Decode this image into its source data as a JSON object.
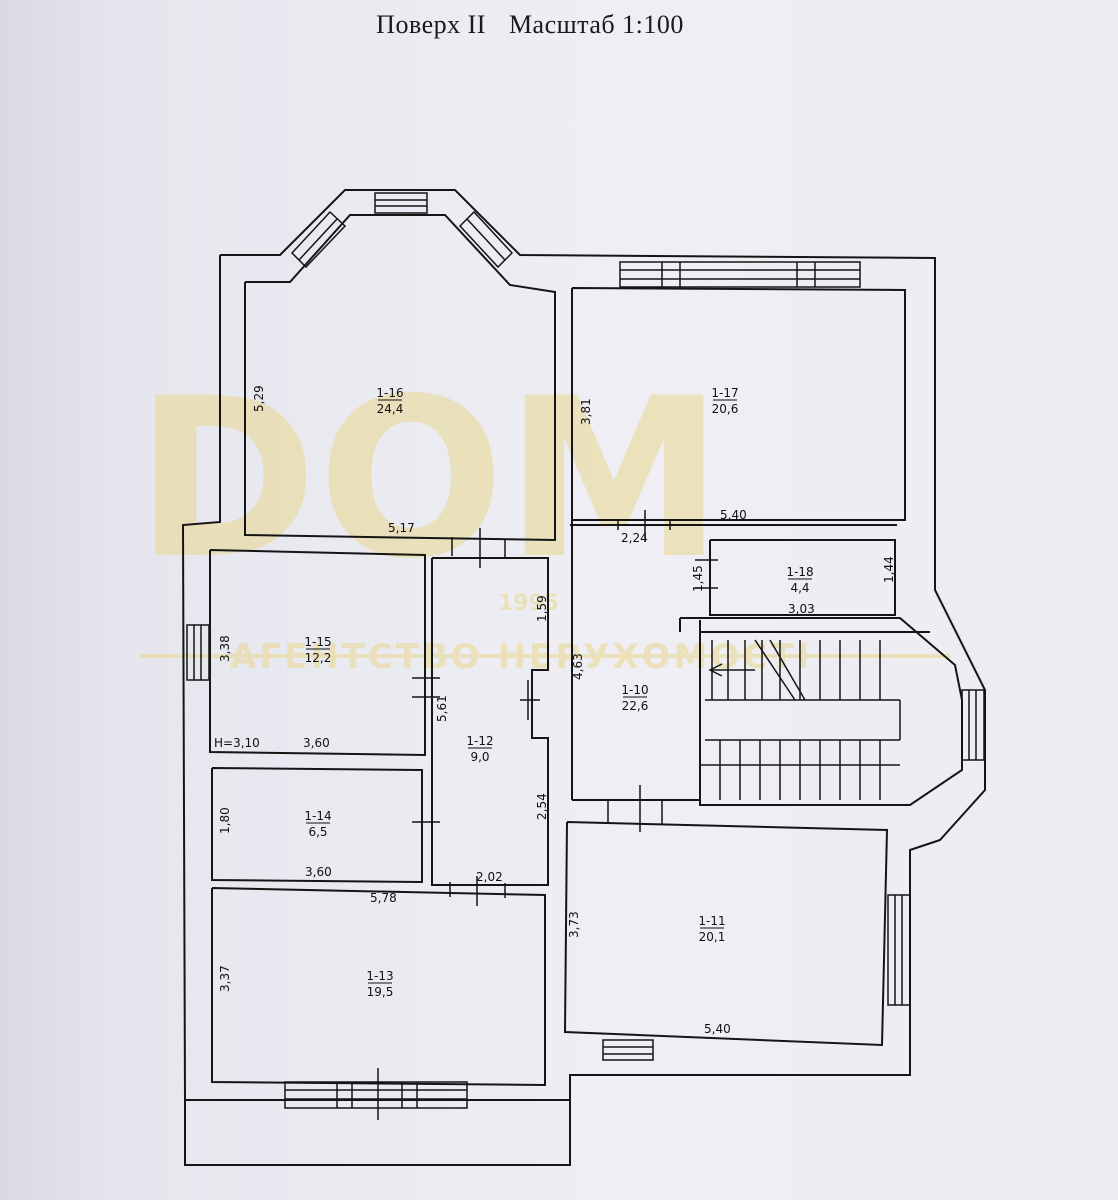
{
  "header": {
    "floor_label": "Поверх II",
    "scale_label": "Масштаб 1:100"
  },
  "watermark": {
    "logo_text": "DOM",
    "year": "1995",
    "agency_text": "АГЕНТСТВО НЕРУХОМОСТІ",
    "color": "#e8d89a"
  },
  "rooms": [
    {
      "id": "1-16",
      "area": "24,4"
    },
    {
      "id": "1-17",
      "area": "20,6"
    },
    {
      "id": "1-18",
      "area": "4,4"
    },
    {
      "id": "1-15",
      "area": "12,2"
    },
    {
      "id": "1-10",
      "area": "22,6"
    },
    {
      "id": "1-12",
      "area": "9,0"
    },
    {
      "id": "1-14",
      "area": "6,5"
    },
    {
      "id": "1-11",
      "area": "20,1"
    },
    {
      "id": "1-13",
      "area": "19,5"
    }
  ],
  "dimensions": {
    "d529": "5,29",
    "d517": "5,17",
    "d381": "3,81",
    "d540a": "5,40",
    "d224": "2,24",
    "d145": "1,45",
    "d144": "1,44",
    "d303": "3,03",
    "d159": "1,59",
    "d338": "3,38",
    "d463": "4,63",
    "d561": "5,61",
    "d360a": "3,60",
    "d180": "1,80",
    "d254": "2,54",
    "d360b": "3,60",
    "d202": "2,02",
    "d578": "5,78",
    "d373": "3,73",
    "d337": "3,37",
    "d540b": "5,40",
    "height": "H=3,10"
  }
}
